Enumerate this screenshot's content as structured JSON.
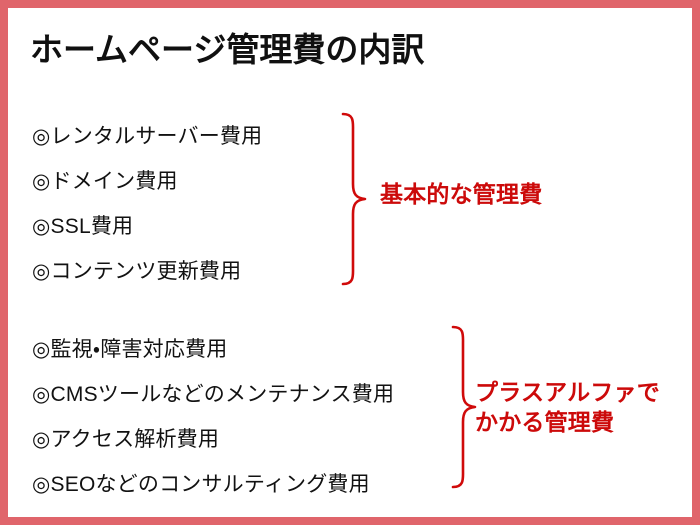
{
  "slide": {
    "title": "ホームページ管理費の内訳",
    "border_color": "#e0656b",
    "background_color": "#ffffff",
    "accent_red": "#cc0a0a",
    "text_color": "#121212"
  },
  "groups": [
    {
      "id": "basic",
      "bullet": "◎",
      "items": [
        {
          "bullet": "◎",
          "label": "レンタルサーバー費用"
        },
        {
          "bullet": "◎",
          "label": "ドメイン費用"
        },
        {
          "bullet": "◎",
          "label": "SSL費用"
        },
        {
          "bullet": "◎",
          "label": "コンテンツ更新費用"
        }
      ],
      "callout": {
        "lines": [
          "基本的な管理費"
        ]
      }
    },
    {
      "id": "plus",
      "bullet": "◎",
      "items": [
        {
          "bullet": "◎",
          "label": "監視・障害対応費用"
        },
        {
          "bullet": "◎",
          "label": "CMSツールなどのメンテナンス費用"
        },
        {
          "bullet": "◎",
          "label": "アクセス解析費用"
        },
        {
          "bullet": "◎",
          "label": "SEOなどのコンサルティング費用"
        }
      ],
      "callout": {
        "lines": [
          "プラスアルファで",
          "かかる管理費"
        ]
      }
    }
  ],
  "icons": {
    "bullet_icon": "double-circle-bullet-icon",
    "brace_icon": "curly-brace-icon"
  }
}
